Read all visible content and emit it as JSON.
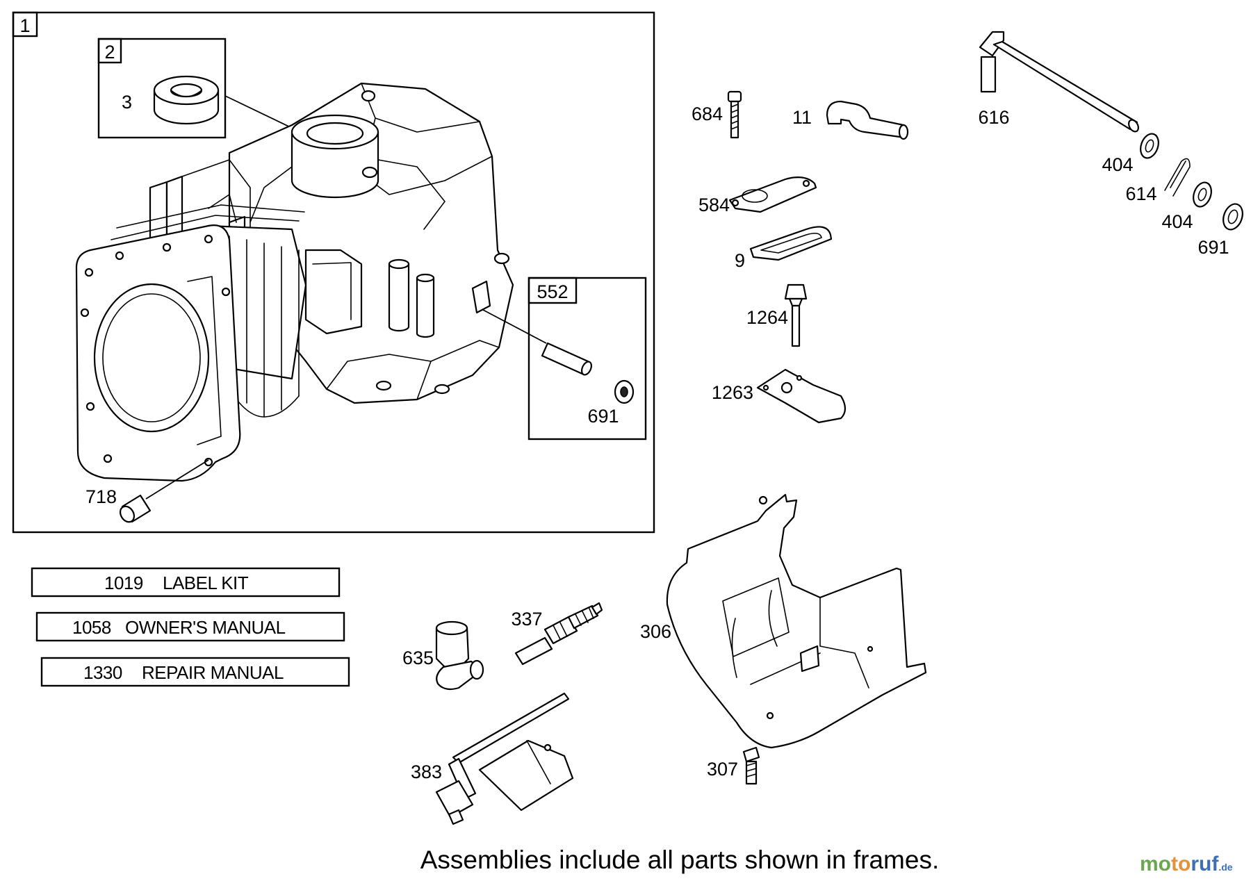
{
  "frames": {
    "main": "1",
    "bearing_kit": "2",
    "pin_kit": "552"
  },
  "callouts": {
    "p3": "3",
    "p718": "718",
    "p691_in_frame": "691",
    "p684": "684",
    "p11": "11",
    "p584": "584",
    "p9": "9",
    "p1264": "1264",
    "p1263": "1263",
    "p616": "616",
    "p404_a": "404",
    "p614": "614",
    "p404_b": "404",
    "p691_b": "691",
    "p337": "337",
    "p635": "635",
    "p306": "306",
    "p383": "383",
    "p307": "307"
  },
  "literature": [
    {
      "number": "1019",
      "title": "LABEL KIT"
    },
    {
      "number": "1058",
      "title": "OWNER'S MANUAL"
    },
    {
      "number": "1330",
      "title": "REPAIR MANUAL"
    }
  ],
  "caption": "Assemblies include all parts shown in frames.",
  "watermark": {
    "text": "motoruf",
    "suffix": ".de",
    "colors": {
      "mo": "#6aa84f",
      "to": "#e69138",
      "ruf": "#3d6fb6"
    }
  }
}
